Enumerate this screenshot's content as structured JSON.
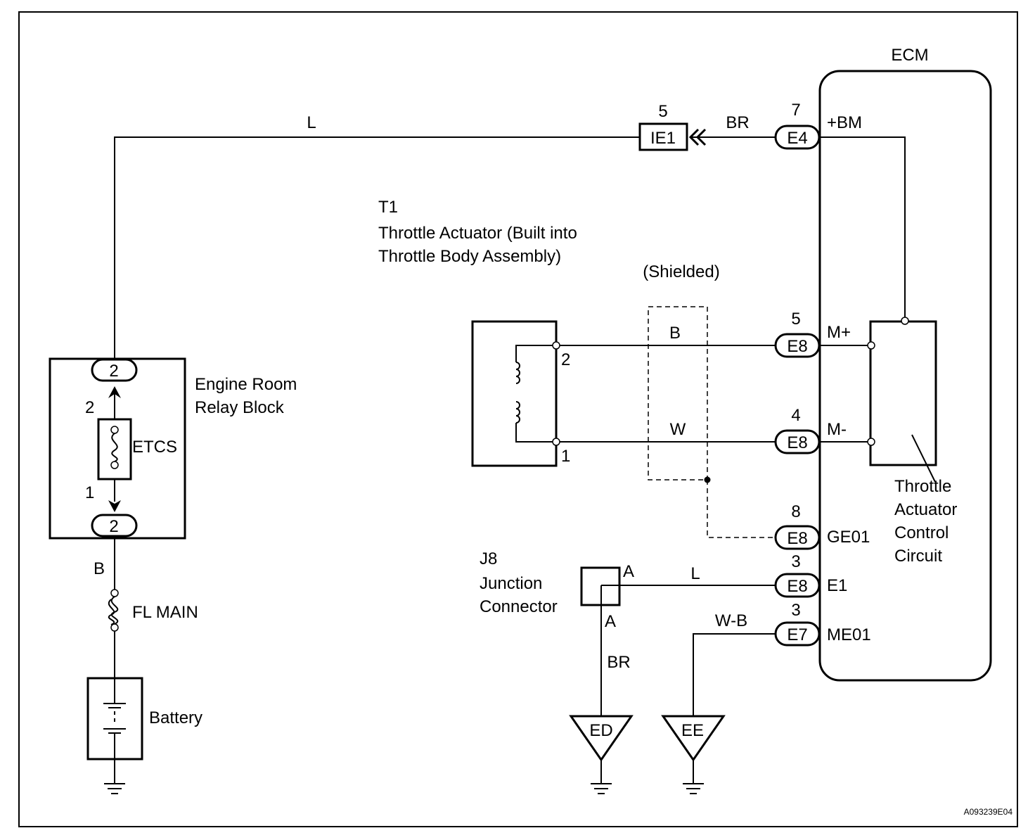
{
  "ecm": {
    "title": "ECM"
  },
  "wires": {
    "l_top": "L",
    "br_top": "BR",
    "b_shield": "B",
    "w_shield": "W",
    "l_j8": "L",
    "wb": "W-B",
    "br_ed": "BR",
    "b_relay": "B"
  },
  "ie1": {
    "label": "IE1",
    "pin": "5"
  },
  "connectors": [
    {
      "id": "E4",
      "pin": "7",
      "terminal": "+BM"
    },
    {
      "id": "E8",
      "pin": "5",
      "terminal": "M+"
    },
    {
      "id": "E8",
      "pin": "4",
      "terminal": "M-"
    },
    {
      "id": "E8",
      "pin": "8",
      "terminal": "GE01"
    },
    {
      "id": "E8",
      "pin": "3",
      "terminal": "E1"
    },
    {
      "id": "E7",
      "pin": "3",
      "terminal": "ME01"
    }
  ],
  "throttle": {
    "code": "T1",
    "line1": "Throttle Actuator (Built into",
    "line2": "Throttle Body Assembly)",
    "pin_top": "2",
    "pin_bottom": "1"
  },
  "shield": {
    "label": "(Shielded)"
  },
  "control_circuit": {
    "lines": [
      "Throttle",
      "Actuator",
      "Control",
      "Circuit"
    ]
  },
  "relay_block": {
    "line1": "Engine Room",
    "line2": "Relay Block",
    "top_connector": "2",
    "bottom_connector": "2",
    "pin_upper": "2",
    "pin_lower": "1",
    "fuse": "ETCS"
  },
  "fl_main": {
    "label": "FL MAIN"
  },
  "battery": {
    "label": "Battery"
  },
  "junction": {
    "code": "J8",
    "line1": "Junction",
    "line2": "Connector",
    "pin_right": "A",
    "pin_bottom": "A"
  },
  "grounds": [
    {
      "label": "ED"
    },
    {
      "label": "EE"
    }
  ],
  "figure_id": "A093239E04"
}
